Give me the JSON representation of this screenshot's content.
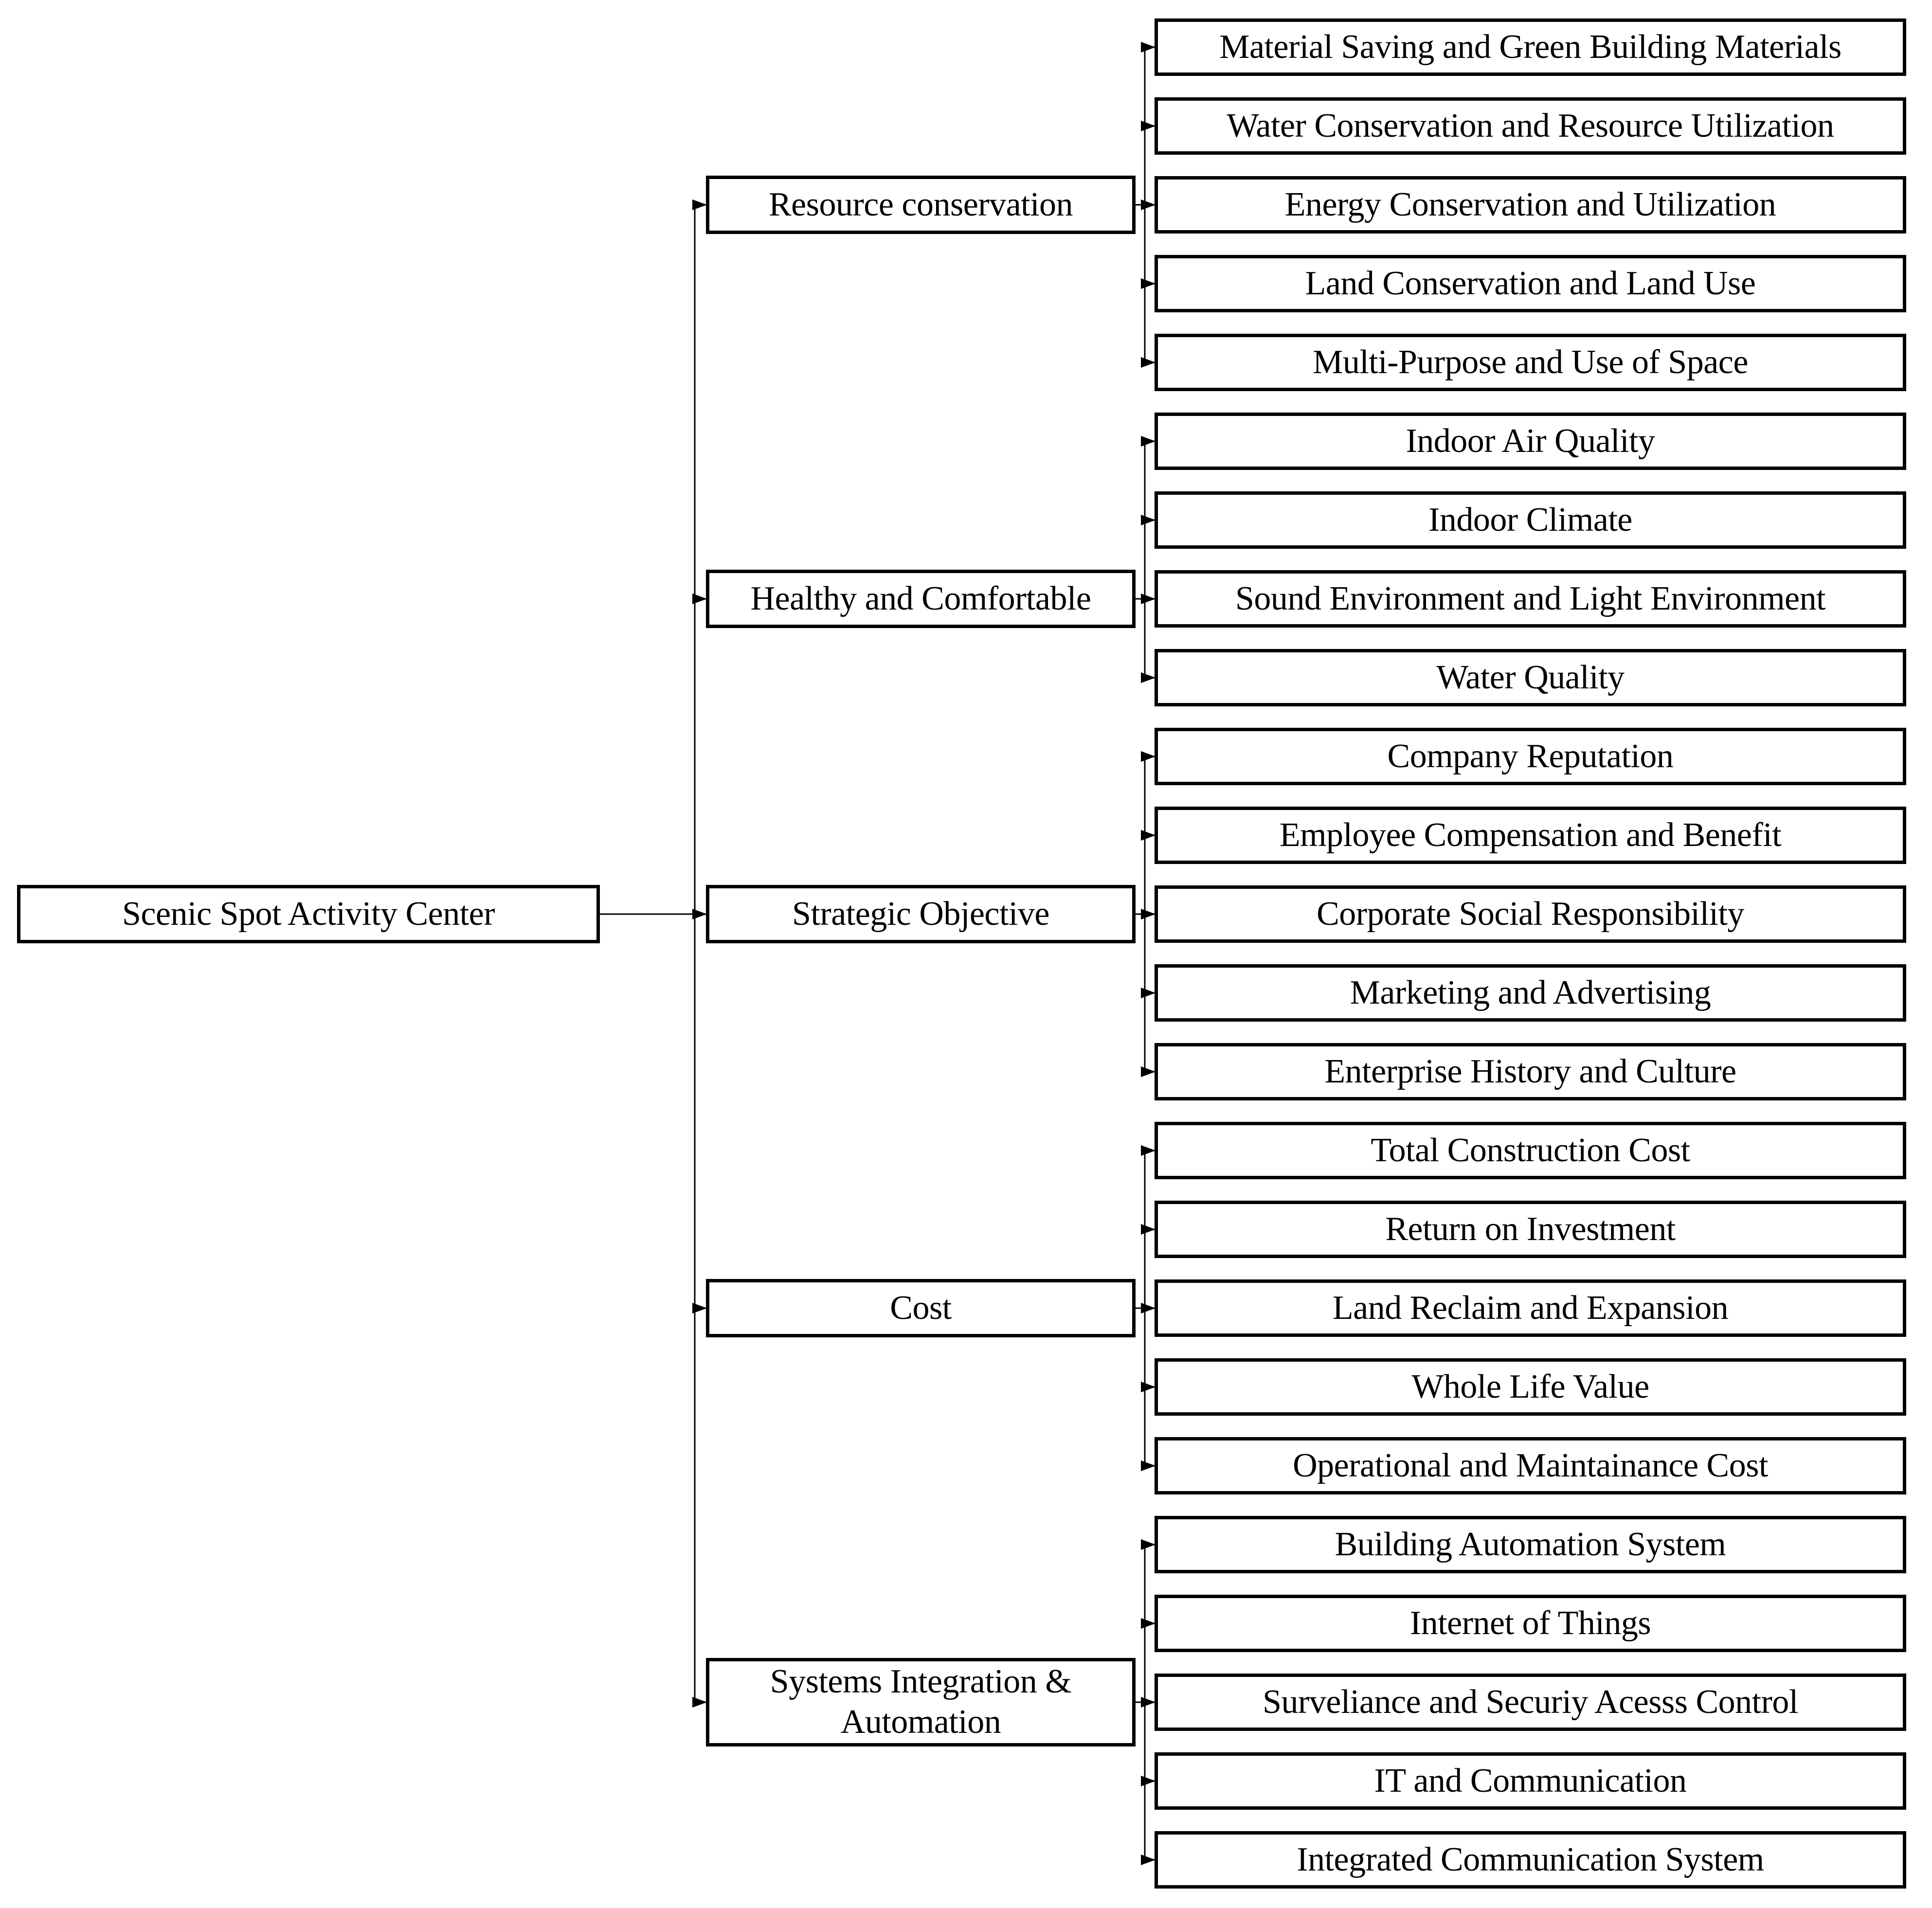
{
  "figure": {
    "title": "Scenic Spot Activity Center hierarchy diagram",
    "root": "Scenic Spot Activity Center",
    "groups": [
      {
        "label": "Resource conservation",
        "children": [
          "Material Saving and Green Building Materials",
          "Water Conservation and Resource Utilization",
          "Energy Conservation and Utilization",
          "Land Conservation and Land Use",
          "Multi-Purpose and Use of Space"
        ]
      },
      {
        "label": "Healthy and Comfortable",
        "children": [
          "Indoor Air Quality",
          "Indoor Climate",
          "Sound Environment and Light Environment",
          "Water Quality"
        ]
      },
      {
        "label": "Strategic Objective",
        "children": [
          "Company Reputation",
          "Employee Compensation and Benefit",
          "Corporate Social Responsibility",
          "Marketing and Advertising",
          "Enterprise History and Culture"
        ]
      },
      {
        "label": "Cost",
        "children": [
          "Total Construction Cost",
          "Return on Investment",
          "Land Reclaim and Expansion",
          "Whole Life Value",
          "Operational and Maintainance Cost"
        ]
      },
      {
        "label": "Systems Integration & Automation",
        "children": [
          "Building Automation System",
          "Internet of Things",
          "Surveliance and Securiy Acesss Control",
          "IT and Communication",
          "Integrated Communication System"
        ]
      }
    ],
    "colors": {
      "background": "#ffffff",
      "box_fill": "#ffffff",
      "box_border": "#000000",
      "line": "#000000",
      "text": "#000000"
    }
  }
}
